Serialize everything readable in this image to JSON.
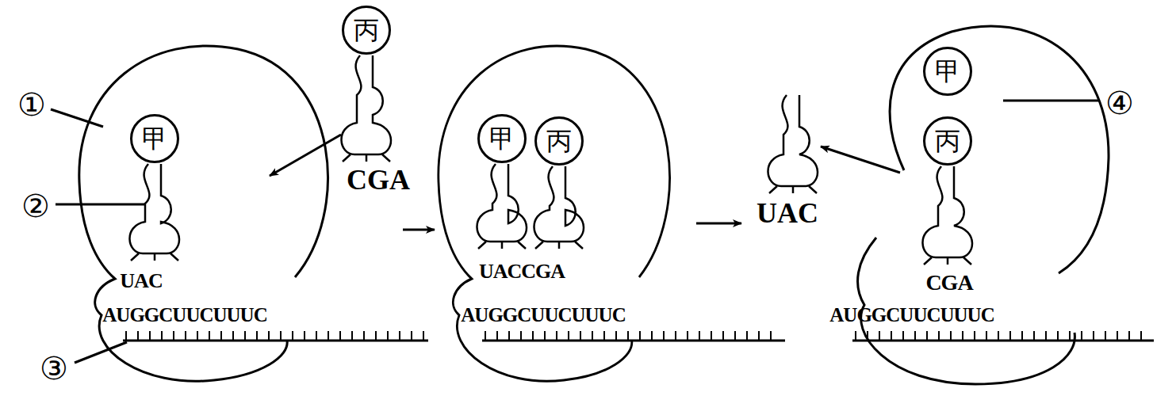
{
  "diagram": {
    "nodes": [
      {
        "text": [
          "甲"
        ]
      },
      {
        "text": [
          "丙"
        ]
      },
      {
        "text": [
          "甲"
        ]
      },
      {
        "text": [
          "丙"
        ]
      },
      {
        "text": [
          "甲"
        ]
      },
      {
        "text": [
          "丙"
        ]
      }
    ],
    "labels": [
      "①",
      "②",
      "CGA",
      "UAC",
      "AUGGCUUCUUUC",
      "③",
      "UACCGA",
      "AUGGCUUCUUUC",
      "UAC",
      "④",
      "CGA",
      "AUGGCUUCUUUC"
    ]
  }
}
